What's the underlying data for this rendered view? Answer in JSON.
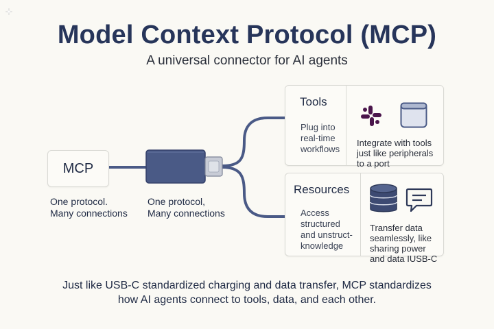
{
  "title": "Model Context Protocol (MCP)",
  "subtitle": "A universal connector for AI agents",
  "mcp_label": "MCP",
  "left_caption": [
    "One protocol.",
    "Many connections"
  ],
  "connector_caption": [
    "One protocol,",
    "Many connections"
  ],
  "tools": {
    "title": "Tools",
    "desc": [
      "Plug into",
      "real-time",
      "workflows"
    ],
    "detail": [
      "Integrate with tools",
      "just like peripherals",
      "to a port"
    ],
    "icons": [
      "slack-icon",
      "window-icon"
    ]
  },
  "resources": {
    "title": "Resources",
    "desc": [
      "Access",
      "structured",
      "and unstruct-",
      "knowledge"
    ],
    "detail": [
      "Transfer data",
      "seamlessly, like",
      "sharing power",
      "and data IUSB-C"
    ],
    "icons": [
      "database-icon",
      "chat-icon"
    ]
  },
  "footer": [
    "Just like USB-C standardized charging and data transfer, MCP standardizes",
    "how AI agents connect to tools, data, and each other."
  ],
  "colors": {
    "connector_body": "#4a5a86",
    "connector_plug": "#c8ccd6",
    "cable": "#4a5a86",
    "title": "#27355a",
    "slack_purple": "#4a154b"
  }
}
